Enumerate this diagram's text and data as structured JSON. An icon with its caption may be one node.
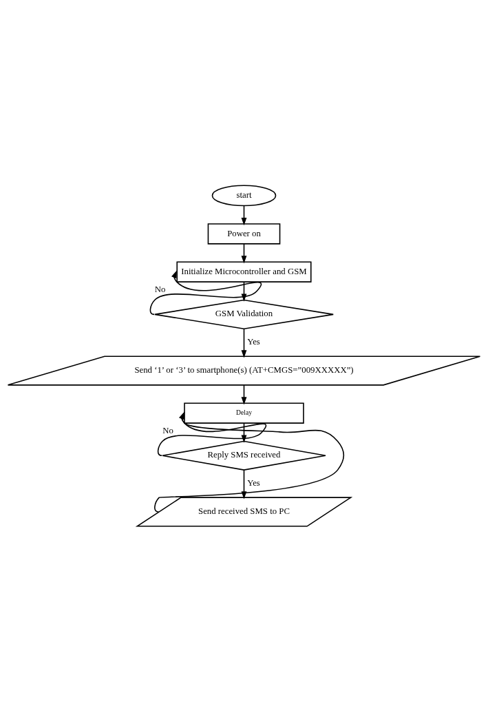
{
  "diagram": {
    "nodes": [
      {
        "text": [
          "start"
        ]
      },
      {
        "text": [
          "Power on"
        ]
      },
      {
        "text": [
          "Initialize Microcontroller and GSM"
        ]
      },
      {
        "text": [
          "GSM Validation"
        ]
      },
      {
        "text": [
          "Send ‘1’ or ‘3’ to smartphone(s) (AT+CMGS=”009XXXXX”)"
        ]
      },
      {
        "text": [
          "Delay"
        ]
      },
      {
        "text": [
          "Reply SMS received"
        ]
      },
      {
        "text": [
          "Send received SMS to PC"
        ]
      }
    ],
    "edges": [
      {
        "from": 0,
        "to": 1,
        "arrow": "to"
      },
      {
        "from": 1,
        "to": 2,
        "arrow": "to"
      },
      {
        "from": 2,
        "to": 3,
        "arrow": "to"
      },
      {
        "from": 3,
        "to": 2,
        "arrow": "to",
        "label": "No"
      },
      {
        "from": 3,
        "to": 4,
        "arrow": "to",
        "label": "Yes"
      },
      {
        "from": 4,
        "to": 5,
        "arrow": "to"
      },
      {
        "from": 5,
        "to": 6,
        "arrow": "to"
      },
      {
        "from": 6,
        "to": 5,
        "arrow": "to",
        "label": "No"
      },
      {
        "from": 6,
        "to": 7,
        "arrow": "to",
        "label": "Yes"
      },
      {
        "from": 7,
        "to": 5,
        "arrow": "to"
      }
    ]
  }
}
